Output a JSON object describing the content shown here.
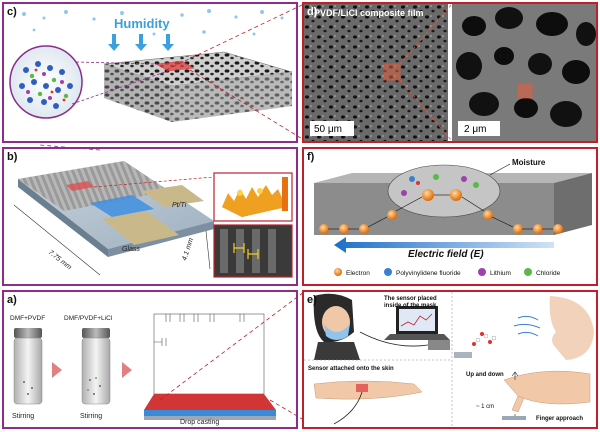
{
  "panels": {
    "c": {
      "label": "c)",
      "humidity": "Humidity"
    },
    "b": {
      "label": "b)",
      "pt_ti": "Pt/Ti",
      "glass": "Glass",
      "dim_x": "7.75 mm",
      "dim_y": "4.1 mm"
    },
    "a": {
      "label": "a)",
      "step1_top": "DMF+PVDF",
      "step2_top": "DMF/PVDF+LiCl",
      "step1_bottom": "Stirring",
      "step2_bottom": "Stirring",
      "step3_bottom": "Drop casting"
    },
    "d": {
      "label": "d)",
      "title": "PVDF/LiCl composite film",
      "scale1": "50 μm",
      "scale2": "2 μm"
    },
    "f": {
      "label": "f)",
      "moisture": "Moisture",
      "field": "Electric field (E)",
      "legend": {
        "electron": "Electron",
        "pvdf": "Polyvinylidene fluoride",
        "lithium": "Lithium",
        "chloride": "Chloride"
      }
    },
    "e": {
      "label": "e)",
      "mask_note_1": "The sensor placed",
      "mask_note_2": "inside of the mask",
      "skin_note": "Sensor attached onto the skin",
      "up_down": "Up and down",
      "distance": "~ 1 cm",
      "finger": "Finger approach"
    }
  },
  "colors": {
    "purple_frame": "#8b2d8b",
    "red_frame": "#c0202a",
    "electron": "#f08a1e",
    "pvdf": "#3a7fd0",
    "lithium": "#a040b0",
    "chloride": "#5bb84a",
    "humidity": "#3aa0e0"
  }
}
